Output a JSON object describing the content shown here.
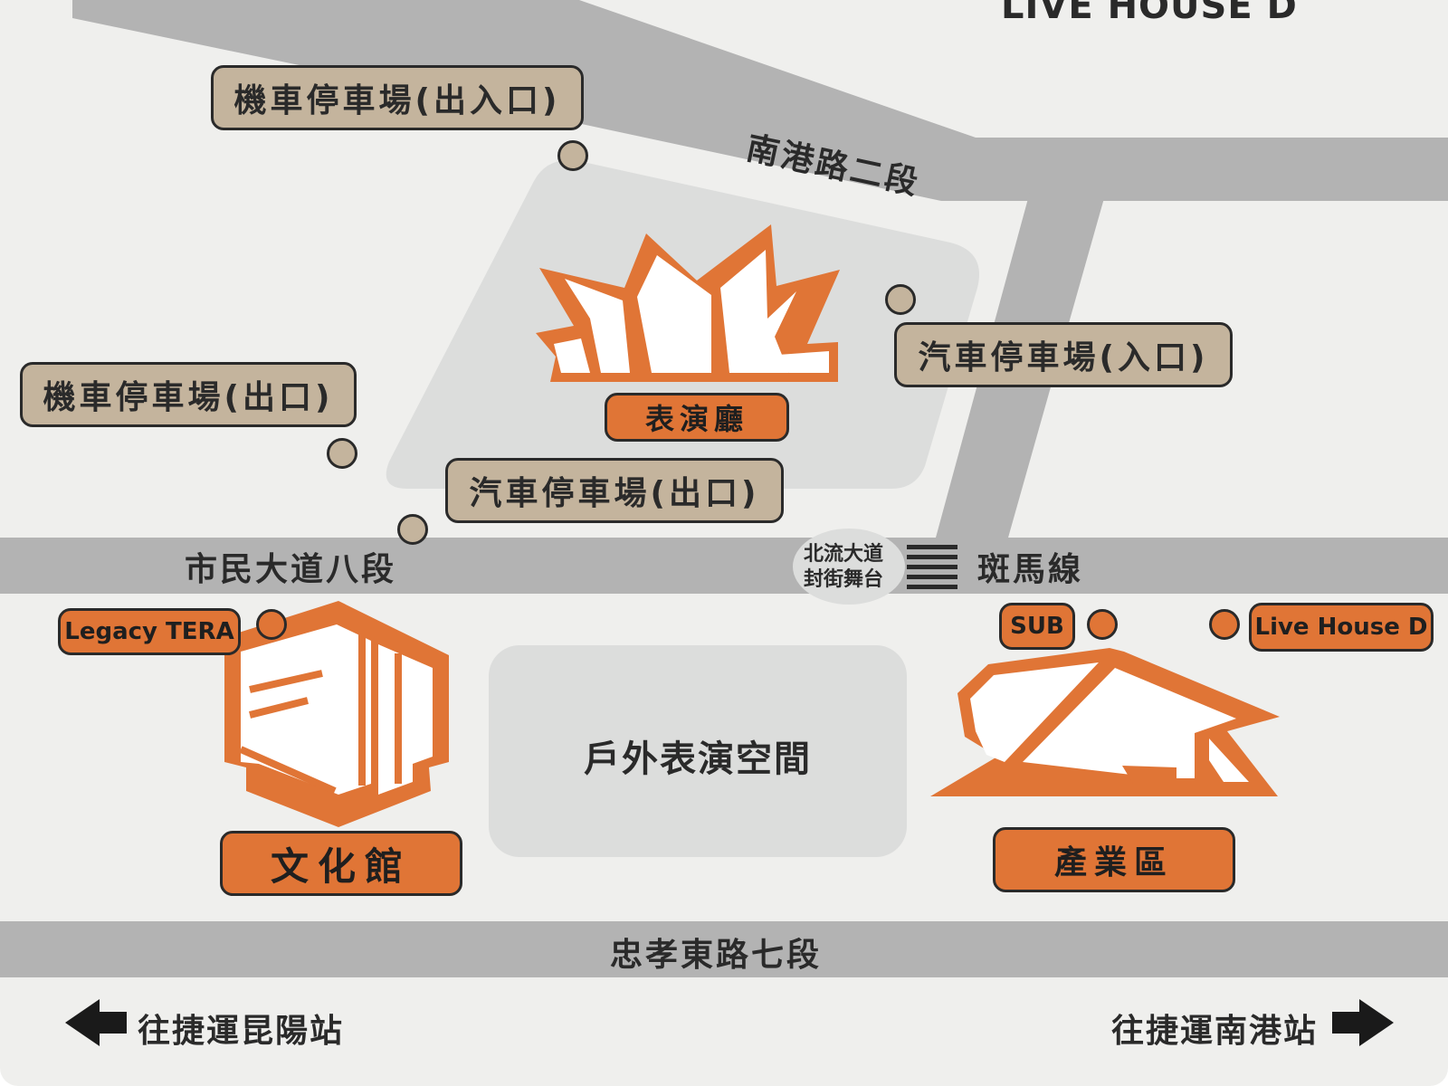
{
  "header": {
    "top_label": "LIVE HOUSE D"
  },
  "roads": {
    "nangang_rd": "南港路二段",
    "civic_blvd": "市民大道八段",
    "zhongxiao_rd": "忠孝東路七段"
  },
  "parking": {
    "moto_entry_exit": "機車停車場(出入口)",
    "moto_exit": "機車停車場(出口)",
    "car_exit": "汽車停車場(出口)",
    "car_entry": "汽車停車場(入口)"
  },
  "venues": {
    "performance_hall": "表演廳",
    "culture_hall": "文化館",
    "industry_zone": "產業區",
    "outdoor_space": "戶外表演空間",
    "legacy_tera": "Legacy TERA",
    "sub": "SUB",
    "live_house_d": "Live House D"
  },
  "street_stage": {
    "line1": "北流大道",
    "line2": "封街舞台"
  },
  "crosswalk": "斑馬線",
  "directions": {
    "left": "往捷運昆陽站",
    "right": "往捷運南港站"
  },
  "colors": {
    "orange": "#e07536",
    "tan": "#c4b49d",
    "road_gray": "#b3b3b3",
    "block_gray": "#dcdddc",
    "background": "#efefed",
    "outline": "#2a2a2a"
  }
}
